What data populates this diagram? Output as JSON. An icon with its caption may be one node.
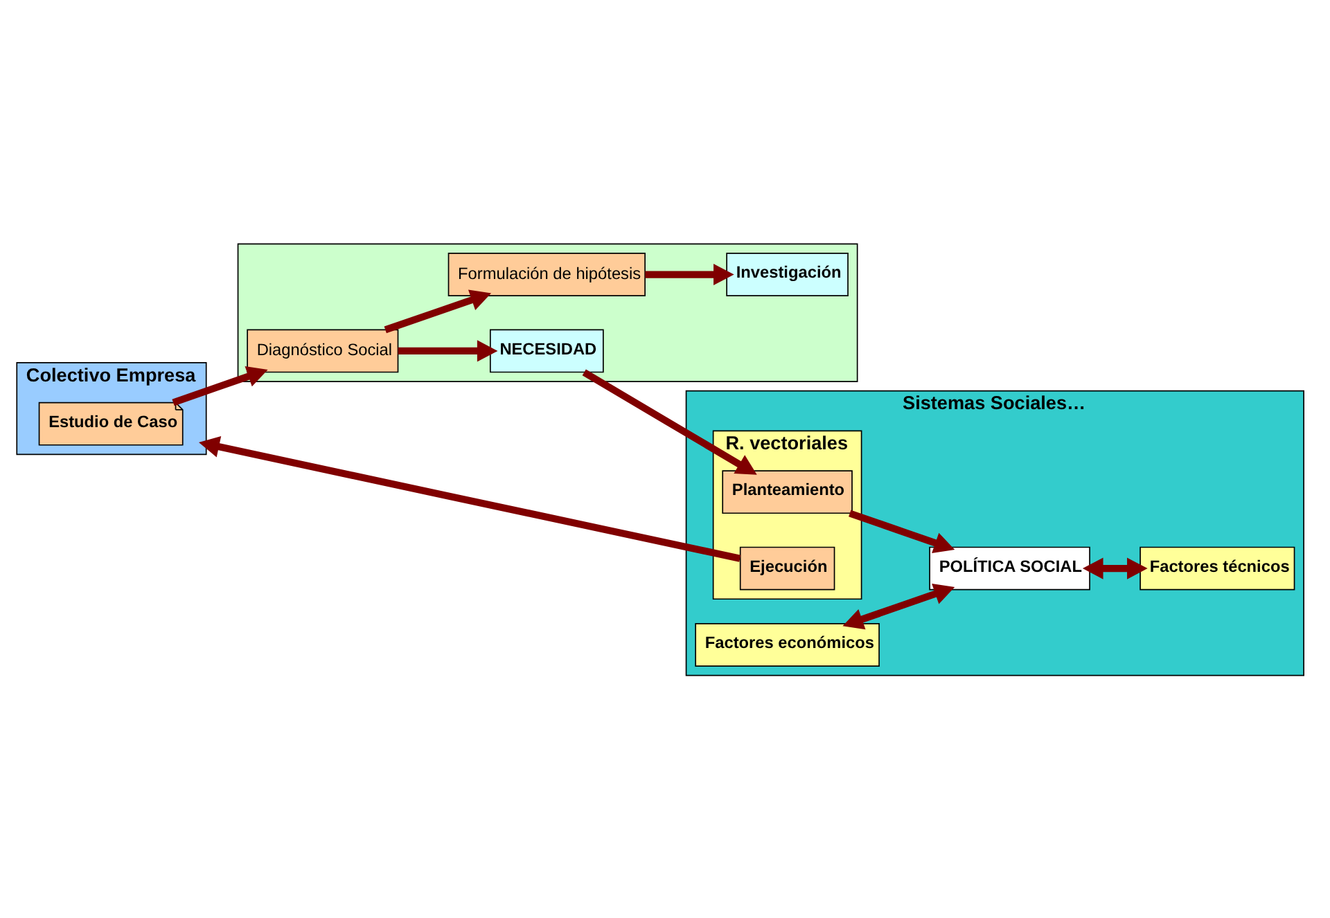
{
  "diagram": {
    "nodes": [
      {
        "text": [
          "Sistemas Sociales…"
        ]
      },
      {
        "text": [
          "Factores económicos"
        ],
        "in": 0
      },
      {
        "text": [
          "R. vectoriales"
        ],
        "in": 0
      },
      {
        "text": [
          "Ejecución"
        ],
        "in": 2
      },
      {
        "text": [
          "Planteamiento"
        ],
        "in": 2
      },
      {
        "text": [
          "POLÍTICA SOCIAL"
        ],
        "in": 0
      },
      {
        "text": [
          "Factores técnicos"
        ],
        "in": 0
      },
      {
        "text": [
          "Colectivo Empresa"
        ]
      },
      {
        "text": [
          "Estudio de Caso"
        ],
        "in": 7
      },
      {
        "text": [],
        "shape": "box"
      },
      {
        "text": [
          "Diagnóstico Social"
        ],
        "in": 9
      },
      {
        "text": [
          "NECESIDAD"
        ],
        "in": 9
      },
      {
        "text": [
          "Formulación de hipótesis"
        ],
        "in": 9
      },
      {
        "text": [
          "Investigación"
        ],
        "in": 9
      }
    ],
    "edges": [
      {
        "from": 3,
        "to": 7,
        "arrow": "to"
      },
      {
        "from": 8,
        "to": 10,
        "arrow": "to"
      },
      {
        "from": 10,
        "to": 11,
        "arrow": "to"
      },
      {
        "from": 11,
        "to": 4,
        "arrow": "to"
      },
      {
        "from": 4,
        "to": 5,
        "arrow": "to"
      },
      {
        "from": 10,
        "to": 12,
        "arrow": "to"
      },
      {
        "from": 12,
        "to": 13,
        "arrow": "to"
      },
      {
        "from": 1,
        "to": 5,
        "arrow": "both"
      },
      {
        "from": 5,
        "to": 6,
        "arrow": "both"
      }
    ]
  }
}
